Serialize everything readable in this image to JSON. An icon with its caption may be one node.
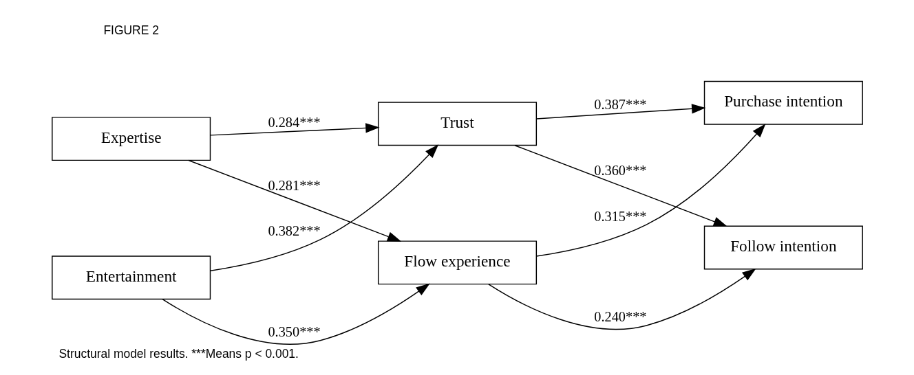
{
  "diagram": {
    "caption": "Structural model results. ***Means p < 0.001.",
    "nodes": [
      {
        "text": [
          "Trust"
        ]
      },
      {
        "text": [
          "Expertise"
        ]
      },
      {
        "text": [
          "Purchase intention"
        ]
      },
      {
        "text": [
          "Entertainment"
        ]
      },
      {
        "text": [
          "Follow intention"
        ]
      },
      {
        "text": [
          "Flow experience"
        ]
      }
    ],
    "edges": [
      {
        "from": 1,
        "to": 0,
        "arrow": "to",
        "label": "0.284***"
      },
      {
        "from": 1,
        "to": 5,
        "arrow": "to",
        "label": "0.281***"
      },
      {
        "from": 3,
        "to": 0,
        "arrow": "to",
        "label": "0.382***"
      },
      {
        "from": 3,
        "to": 5,
        "arrow": "to",
        "label": "0.350***"
      },
      {
        "from": 0,
        "to": 2,
        "arrow": "to",
        "label": "0.387***"
      },
      {
        "from": 0,
        "to": 4,
        "arrow": "to",
        "label": "0.360***"
      },
      {
        "from": 5,
        "to": 2,
        "arrow": "to",
        "label": "0.315***"
      },
      {
        "from": 5,
        "to": 4,
        "arrow": "to",
        "label": "0.240***"
      }
    ],
    "labels": [
      "FIGURE 2"
    ]
  }
}
